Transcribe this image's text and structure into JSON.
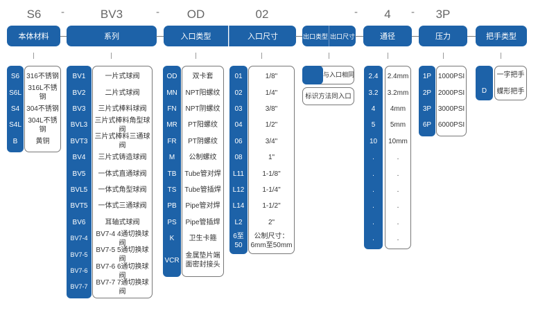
{
  "top_codes": [
    "S6",
    "BV3",
    "OD",
    "02",
    "4",
    "3P"
  ],
  "separator": "-",
  "colors": {
    "accent": "#1d62a8",
    "border": "#777777"
  },
  "headers": {
    "material": "本体材料",
    "series": "系列",
    "inlet_type": "入口类型",
    "inlet_size": "入口尺寸",
    "outlet_type": "出口类型",
    "outlet_size": "出口尺寸",
    "bore": "通径",
    "pressure": "压力",
    "handle": "把手类型"
  },
  "columns": {
    "material": [
      [
        "S6",
        "316不锈钢"
      ],
      [
        "S6L",
        "316L不锈钢"
      ],
      [
        "S4",
        "304不锈钢"
      ],
      [
        "S4L",
        "304L不锈钢"
      ],
      [
        "B",
        "黄铜"
      ]
    ],
    "series": [
      [
        "BV1",
        "一片式球阀"
      ],
      [
        "BV2",
        "二片式球阀"
      ],
      [
        "BV3",
        "三片式棒料球阀"
      ],
      [
        "BVL3",
        "三片式棒料角型球阀"
      ],
      [
        "BVT3",
        "三片式棒料三通球阀"
      ],
      [
        "BV4",
        "三片式铸造球阀"
      ],
      [
        "BV5",
        "一体式直通球阀"
      ],
      [
        "BVL5",
        "一体式角型球阀"
      ],
      [
        "BVT5",
        "一体式三通球阀"
      ],
      [
        "BV6",
        "耳轴式球阀"
      ],
      [
        "BV7-4",
        "BV7-4 4通切换球阀"
      ],
      [
        "BV7-5",
        "BV7-5 5通切换球阀"
      ],
      [
        "BV7-6",
        "BV7-6 6通切换球阀"
      ],
      [
        "BV7-7",
        "BV7-7 7通切换球阀"
      ]
    ],
    "inlet_type": [
      [
        "OD",
        "双卡套"
      ],
      [
        "MN",
        "NPT阳螺纹"
      ],
      [
        "FN",
        "NPT阴螺纹"
      ],
      [
        "MR",
        "PT阳螺纹"
      ],
      [
        "FR",
        "PT阴螺纹"
      ],
      [
        "M",
        "公制螺纹"
      ],
      [
        "TB",
        "Tube管对焊"
      ],
      [
        "TS",
        "Tube管插焊"
      ],
      [
        "PB",
        "Pipe管对焊"
      ],
      [
        "PS",
        "Pipe管插焊"
      ],
      [
        "K",
        "卫生卡箍"
      ],
      [
        "VCR",
        "金属垫片端面密封接头"
      ]
    ],
    "inlet_size": [
      [
        "01",
        "1/8\""
      ],
      [
        "02",
        "1/4\""
      ],
      [
        "03",
        "3/8\""
      ],
      [
        "04",
        "1/2\""
      ],
      [
        "06",
        "3/4\""
      ],
      [
        "08",
        "1\""
      ],
      [
        "L11",
        "1-1/8\""
      ],
      [
        "L12",
        "1-1/4\""
      ],
      [
        "L14",
        "1-1/2\""
      ],
      [
        "L2",
        "2\""
      ],
      [
        "6至50",
        "公制尺寸：6mm至50mm"
      ]
    ],
    "bore": [
      [
        "2.4",
        "2.4mm"
      ],
      [
        "3.2",
        "3.2mm"
      ],
      [
        "4",
        "4mm"
      ],
      [
        "5",
        "5mm"
      ],
      [
        "10",
        "10mm"
      ],
      [
        ".",
        "."
      ],
      [
        ".",
        "."
      ],
      [
        ".",
        "."
      ],
      [
        ".",
        "."
      ],
      [
        ".",
        "."
      ],
      [
        ".",
        "."
      ]
    ],
    "pressure": [
      [
        "1P",
        "1000PSI"
      ],
      [
        "2P",
        "2000PSI"
      ],
      [
        "3P",
        "3000PSI"
      ],
      [
        "6P",
        "6000PSI"
      ]
    ],
    "handle": {
      "code": "D",
      "options": [
        "一字把手",
        "蝶形把手"
      ]
    }
  },
  "outlet": {
    "same_as_inlet": "与入口相同",
    "marking": "标识方法同入口"
  }
}
